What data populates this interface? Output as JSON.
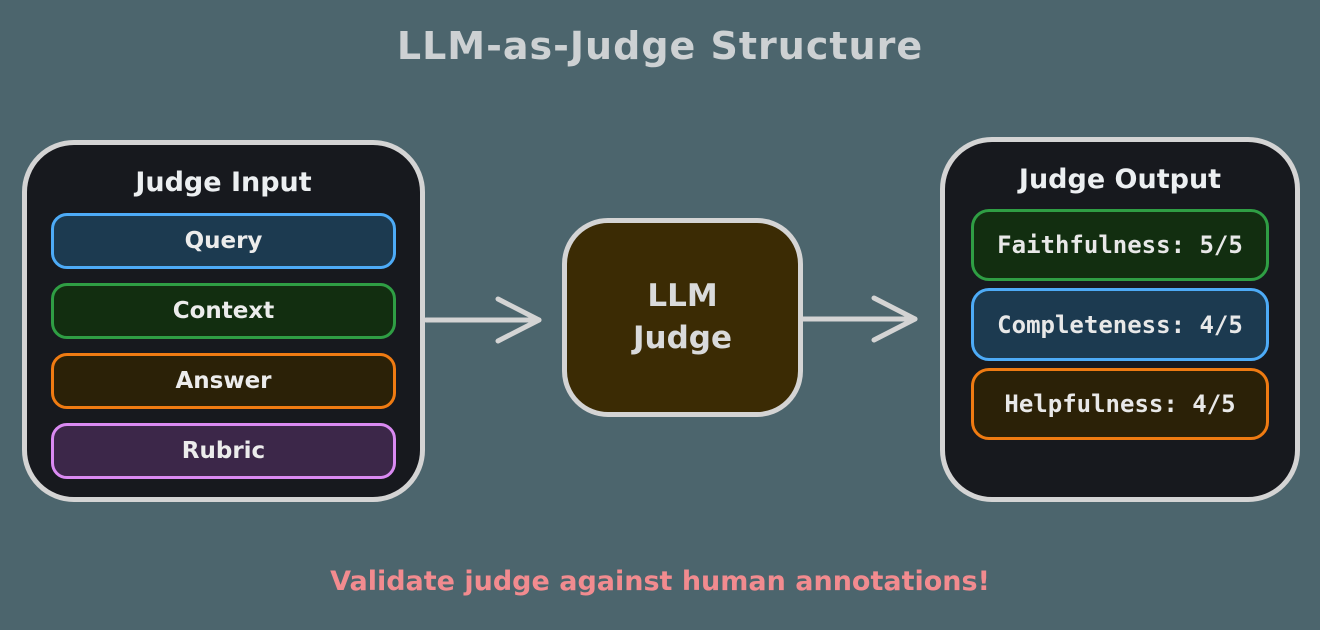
{
  "title": "LLM-as-Judge Structure",
  "input_panel": {
    "title": "Judge Input",
    "items": [
      {
        "label": "Query",
        "accent": "#4dabf7",
        "fill": "#1c3a50"
      },
      {
        "label": "Context",
        "accent": "#2f9e44",
        "fill": "#122e10"
      },
      {
        "label": "Answer",
        "accent": "#ef7b12",
        "fill": "#2b2107"
      },
      {
        "label": "Rubric",
        "accent": "#da8af2",
        "fill": "#3c2749"
      }
    ]
  },
  "judge_node": {
    "line1": "LLM",
    "line2": "Judge"
  },
  "output_panel": {
    "title": "Judge Output",
    "items": [
      {
        "label": "Faithfulness",
        "score": "5/5",
        "text": "Faithfulness: 5/5",
        "accent": "#2f9e44",
        "fill": "#122e10"
      },
      {
        "label": "Completeness",
        "score": "4/5",
        "text": "Completeness: 4/5",
        "accent": "#4dabf7",
        "fill": "#1c3a50"
      },
      {
        "label": "Helpfulness",
        "score": "4/5",
        "text": "Helpfulness: 4/5",
        "accent": "#ef7b12",
        "fill": "#2b2107"
      }
    ]
  },
  "footnote": "Validate judge against human annotations!",
  "colors": {
    "background": "#4c656d",
    "panel_background": "#17191e",
    "panel_border": "#d4d4d4",
    "judge_background": "#3b2b04",
    "title_text": "#cdd1d3",
    "label_text": "#eceff1",
    "footnote_text": "#f28b8f",
    "arrow": "#d4d4d4"
  }
}
